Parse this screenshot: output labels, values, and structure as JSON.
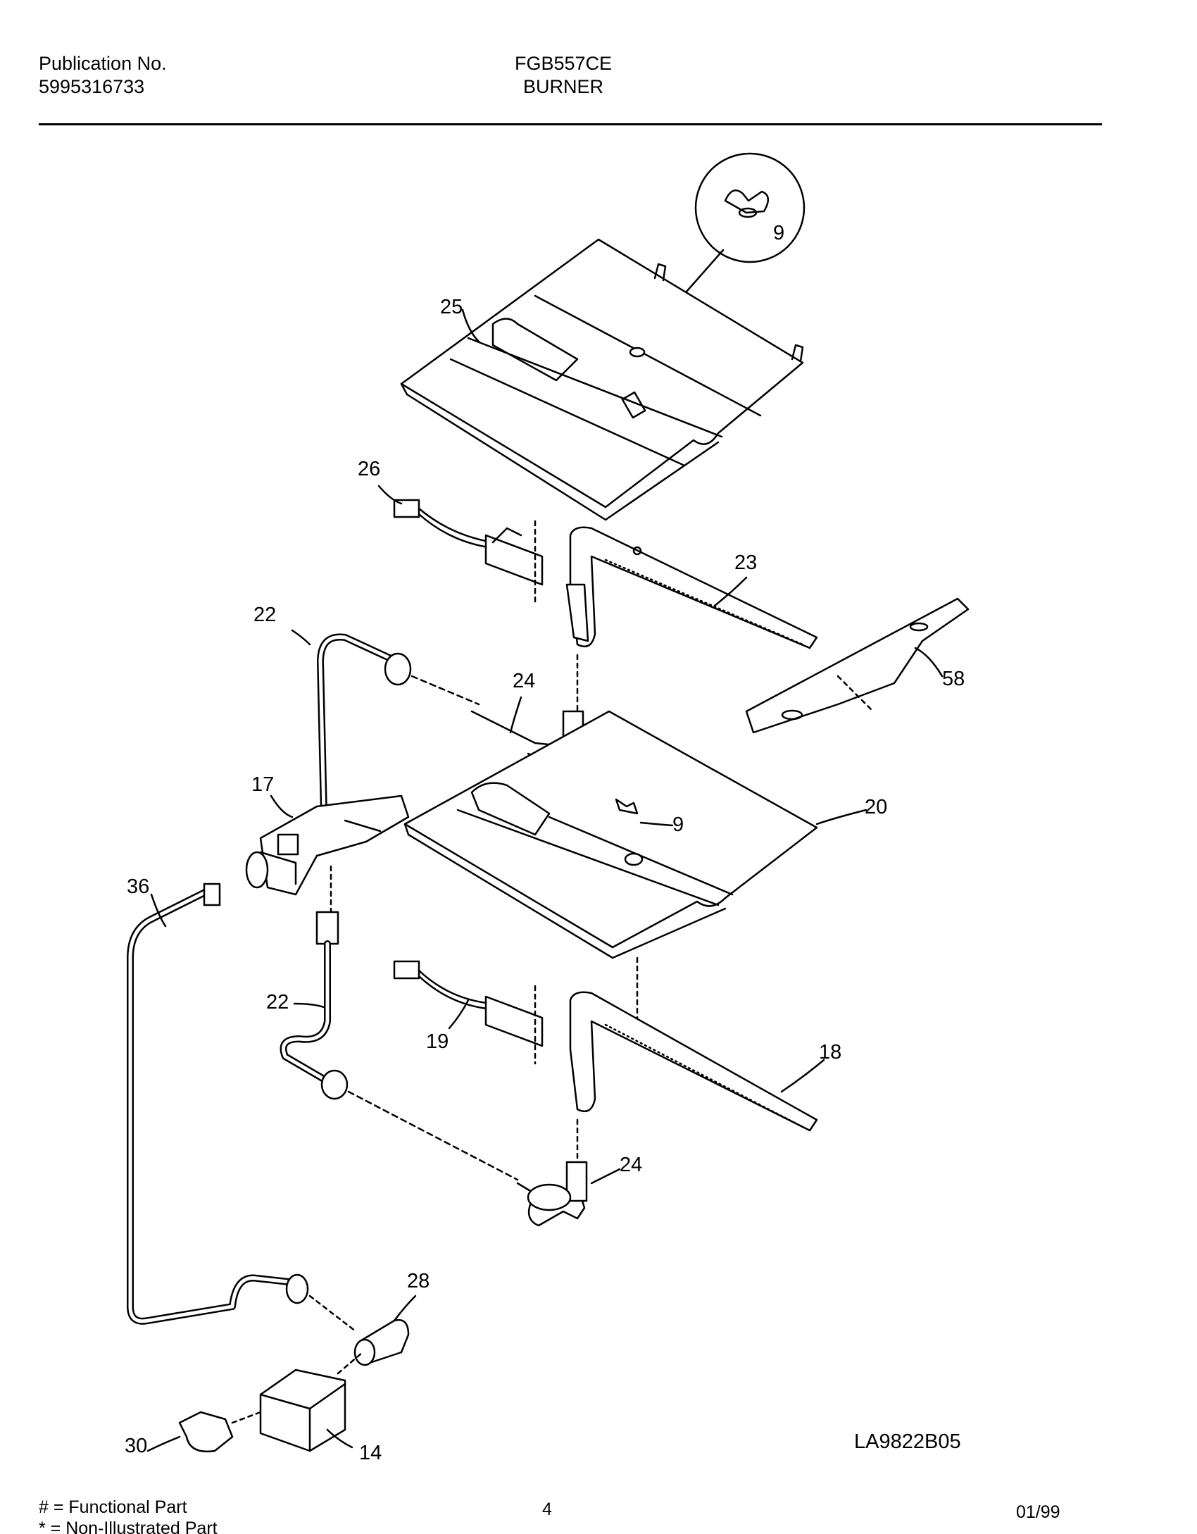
{
  "header": {
    "publication_label": "Publication No.",
    "publication_number": "5995316733",
    "model": "FGB557CE",
    "section": "BURNER"
  },
  "diagram": {
    "callouts": {
      "c9_top": "9",
      "c25": "25",
      "c26": "26",
      "c23": "23",
      "c22_top": "22",
      "c24_top": "24",
      "c58": "58",
      "c17": "17",
      "c9_mid": "9",
      "c20": "20",
      "c36": "36",
      "c22_mid": "22",
      "c19": "19",
      "c18": "18",
      "c24_bot": "24",
      "c28": "28",
      "c30": "30",
      "c14": "14"
    },
    "drawing_code": "LA9822B05"
  },
  "footer": {
    "legend_functional": "# = Functional Part",
    "legend_non_illustrated": "* = Non-Illustrated Part",
    "page_number": "4",
    "date": "01/99"
  }
}
